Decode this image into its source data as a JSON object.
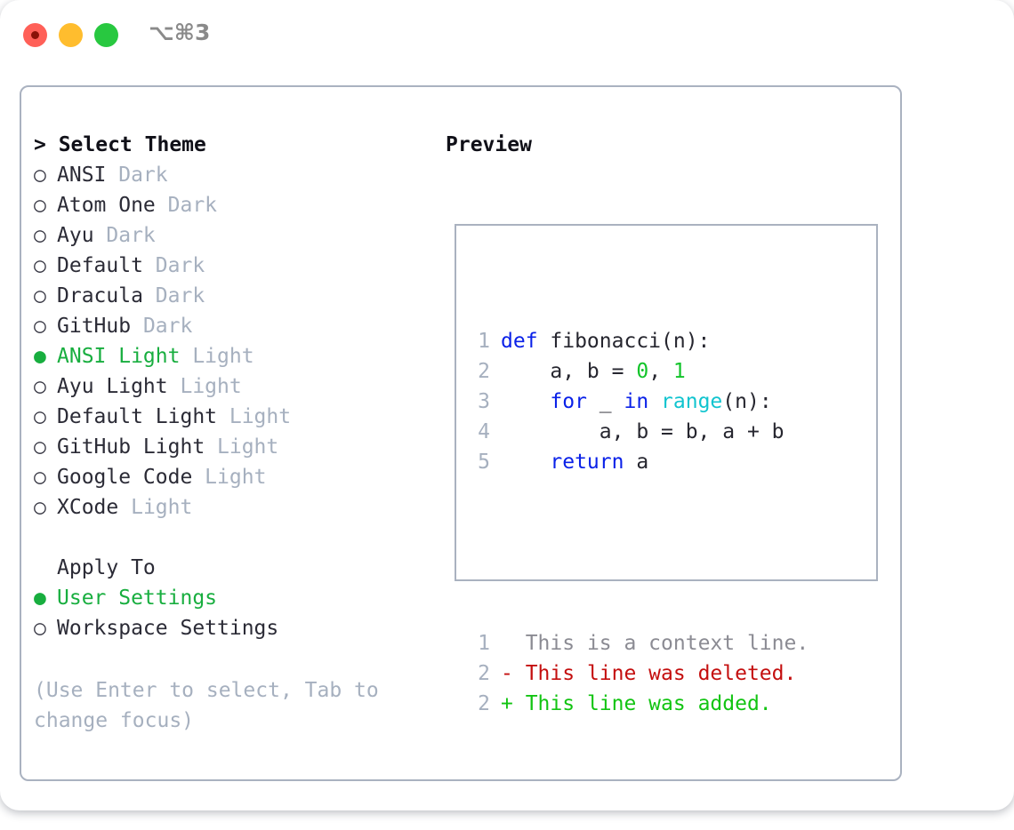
{
  "window": {
    "title": "⌥⌘3",
    "traffic_lights": [
      {
        "name": "close-button",
        "color": "#ff6058",
        "recording": true
      },
      {
        "name": "minimize-button",
        "color": "#ffbd2e",
        "recording": false
      },
      {
        "name": "maximize-button",
        "color": "#28c840",
        "recording": false
      }
    ]
  },
  "theme_picker": {
    "heading": "> Select Theme",
    "bullet_selected": "●",
    "bullet_unselected": "○",
    "items": [
      {
        "bullet": "○",
        "name": "ANSI",
        "kind": "Dark",
        "selected": false
      },
      {
        "bullet": "○",
        "name": "Atom One",
        "kind": "Dark",
        "selected": false
      },
      {
        "bullet": "○",
        "name": "Ayu",
        "kind": "Dark",
        "selected": false
      },
      {
        "bullet": "○",
        "name": "Default",
        "kind": "Dark",
        "selected": false
      },
      {
        "bullet": "○",
        "name": "Dracula",
        "kind": "Dark",
        "selected": false
      },
      {
        "bullet": "○",
        "name": "GitHub",
        "kind": "Dark",
        "selected": false
      },
      {
        "bullet": "●",
        "name": "ANSI Light",
        "kind": "Light",
        "selected": true
      },
      {
        "bullet": "○",
        "name": "Ayu Light",
        "kind": "Light",
        "selected": false
      },
      {
        "bullet": "○",
        "name": "Default Light",
        "kind": "Light",
        "selected": false
      },
      {
        "bullet": "○",
        "name": "GitHub Light",
        "kind": "Light",
        "selected": false
      },
      {
        "bullet": "○",
        "name": "Google Code",
        "kind": "Light",
        "selected": false
      },
      {
        "bullet": "○",
        "name": "XCode",
        "kind": "Light",
        "selected": false
      }
    ]
  },
  "apply_to": {
    "heading": "Apply To",
    "items": [
      {
        "bullet": "●",
        "name": "User Settings",
        "selected": true
      },
      {
        "bullet": "○",
        "name": "Workspace Settings",
        "selected": false
      }
    ]
  },
  "help": {
    "line1": "(Use Enter to select, Tab to",
    "line2": "change focus)"
  },
  "preview": {
    "label": "Preview",
    "code_lines": [
      {
        "num": "1",
        "tokens": [
          {
            "t": "def",
            "c": "kw"
          },
          {
            "t": " fibonacci(n):",
            "c": "plain"
          }
        ]
      },
      {
        "num": "2",
        "tokens": [
          {
            "t": "    a, b = ",
            "c": "plain"
          },
          {
            "t": "0",
            "c": "num"
          },
          {
            "t": ", ",
            "c": "plain"
          },
          {
            "t": "1",
            "c": "num"
          }
        ]
      },
      {
        "num": "3",
        "tokens": [
          {
            "t": "    ",
            "c": "plain"
          },
          {
            "t": "for",
            "c": "kw"
          },
          {
            "t": " _ ",
            "c": "plain"
          },
          {
            "t": "in",
            "c": "kw"
          },
          {
            "t": " ",
            "c": "plain"
          },
          {
            "t": "range",
            "c": "fn"
          },
          {
            "t": "(n):",
            "c": "plain"
          }
        ]
      },
      {
        "num": "4",
        "tokens": [
          {
            "t": "        a, b = b, a + b",
            "c": "plain"
          }
        ]
      },
      {
        "num": "5",
        "tokens": [
          {
            "t": "    ",
            "c": "plain"
          },
          {
            "t": "return",
            "c": "kw"
          },
          {
            "t": " a",
            "c": "plain"
          }
        ]
      }
    ],
    "diff_lines": [
      {
        "num": "1",
        "marker": " ",
        "text": "This is a context line.",
        "kind": "diff-ctx"
      },
      {
        "num": "2",
        "marker": "-",
        "text": "This line was deleted.",
        "kind": "diff-del"
      },
      {
        "num": "2",
        "marker": "+",
        "text": "This line was added.",
        "kind": "diff-add"
      }
    ]
  },
  "colors": {
    "accent_green": "#18ae3f",
    "muted_blue_gray": "#a6b0bf",
    "border": "#aab2c0",
    "keyword_blue": "#0a21e8",
    "function_cyan": "#11c4cf",
    "number_green": "#12c42a",
    "diff_delete_red": "#c40f0f",
    "diff_add_green": "#12c412"
  }
}
